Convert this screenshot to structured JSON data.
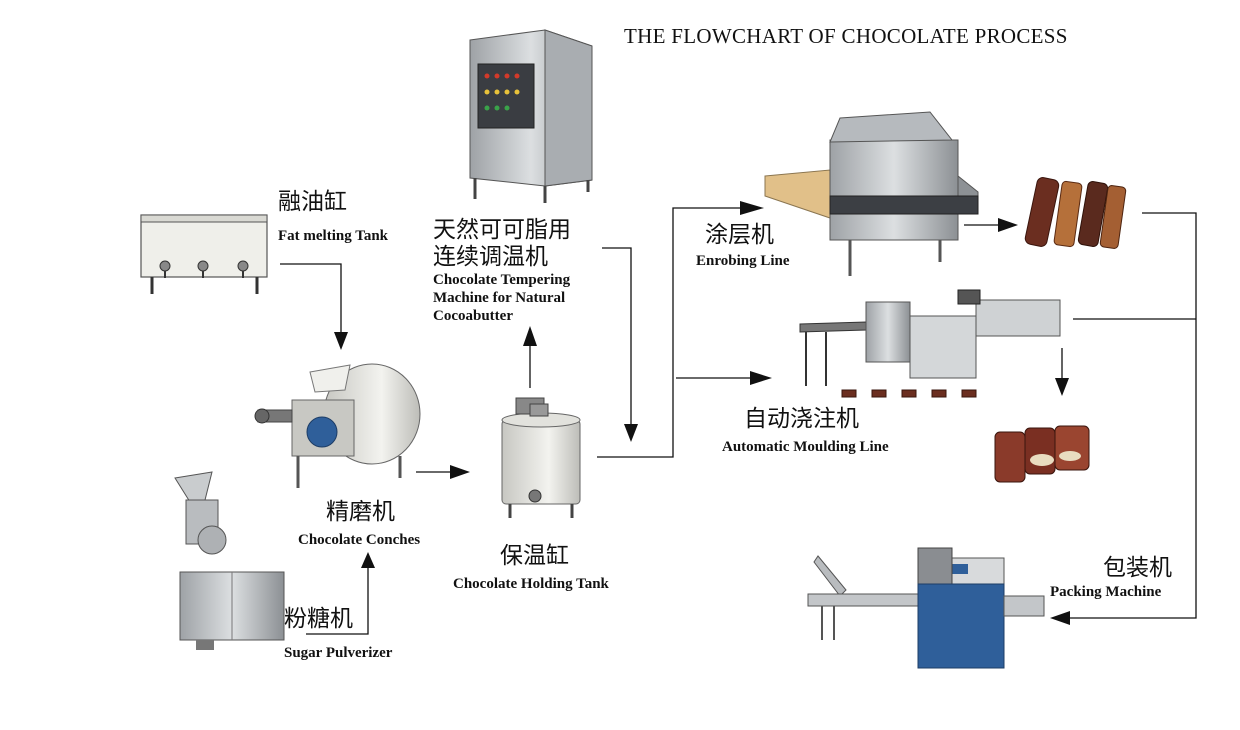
{
  "title": "THE FLOWCHART OF CHOCOLATE PROCESS",
  "nodes": {
    "fat_melting_tank": {
      "zh": "融油缸",
      "en": "Fat melting Tank"
    },
    "tempering": {
      "zh_line1": "天然可可脂用",
      "zh_line2": "连续调温机",
      "en_line1": "Chocolate Tempering",
      "en_line2": "Machine for Natural",
      "en_line3": "Cocoabutter"
    },
    "enrobing": {
      "zh": "涂层机",
      "en": "Enrobing Line"
    },
    "moulding": {
      "zh": "自动浇注机",
      "en": "Automatic Moulding Line"
    },
    "conches": {
      "zh": "精磨机",
      "en": "Chocolate Conches"
    },
    "holding_tank": {
      "zh": "保温缸",
      "en": "Chocolate Holding Tank"
    },
    "sugar_pulverizer": {
      "zh": "粉糖机",
      "en": "Sugar Pulverizer"
    },
    "packing": {
      "zh": "包装机",
      "en": "Packing Machine"
    }
  },
  "colors": {
    "line": "#111111",
    "steel": "#c9ccce",
    "steel_dark": "#8f9397",
    "tank_white": "#ecebe6",
    "motor_blue": "#2f5f9a",
    "chocolate": "#5a2a1e"
  }
}
